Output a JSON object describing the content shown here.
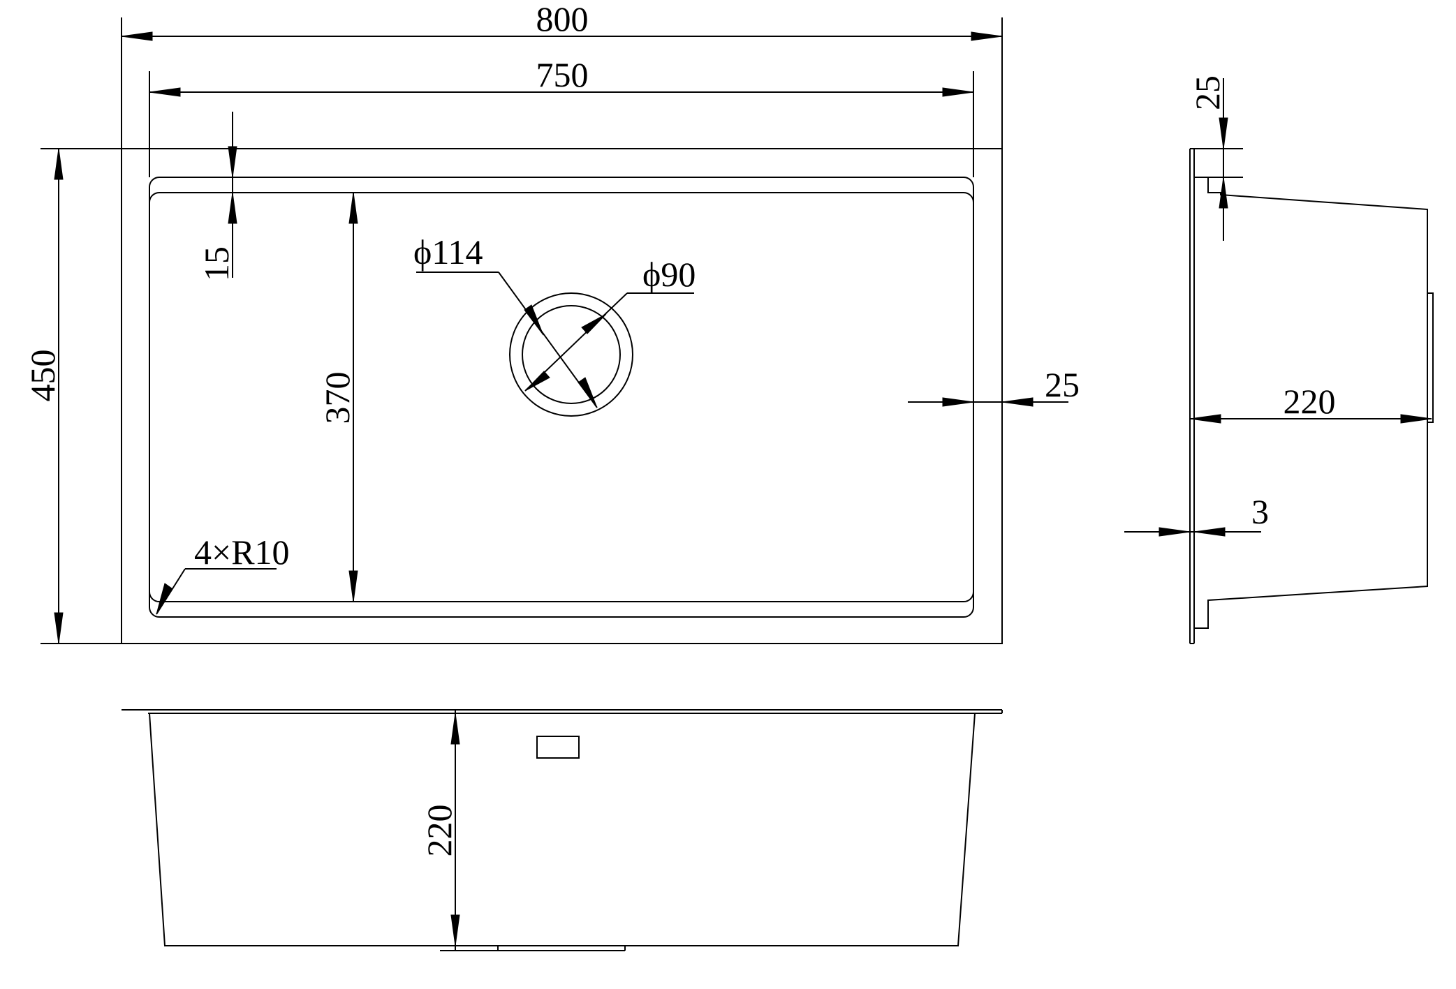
{
  "dimensions": {
    "overall_width": "800",
    "inner_width": "750",
    "overall_depth": "450",
    "bowl_length": "370",
    "top_offset": "15",
    "corner_radius": "4×R10",
    "drain_outer_diameter": "ϕ114",
    "drain_inner_diameter": "ϕ90",
    "side_wall": "25",
    "front_height": "220",
    "side_flange_top": "25",
    "side_height": "220",
    "flange_thickness": "3"
  }
}
